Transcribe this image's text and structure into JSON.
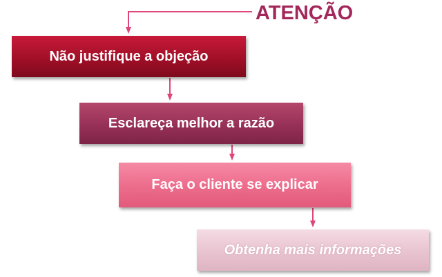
{
  "title": "ATENÇÃO",
  "steps": [
    {
      "label": "Não justifique  a objeção"
    },
    {
      "label": "Esclareça melhor a razão"
    },
    {
      "label": "Faça o cliente se explicar"
    },
    {
      "label": "Obtenha mais informações"
    }
  ],
  "colors": {
    "accent": "#a3275a",
    "connector": "#e0457a",
    "step_1": "#a10f27",
    "step_2": "#973057",
    "step_3": "#ec6b8b",
    "step_4": "#e8c3d0"
  }
}
